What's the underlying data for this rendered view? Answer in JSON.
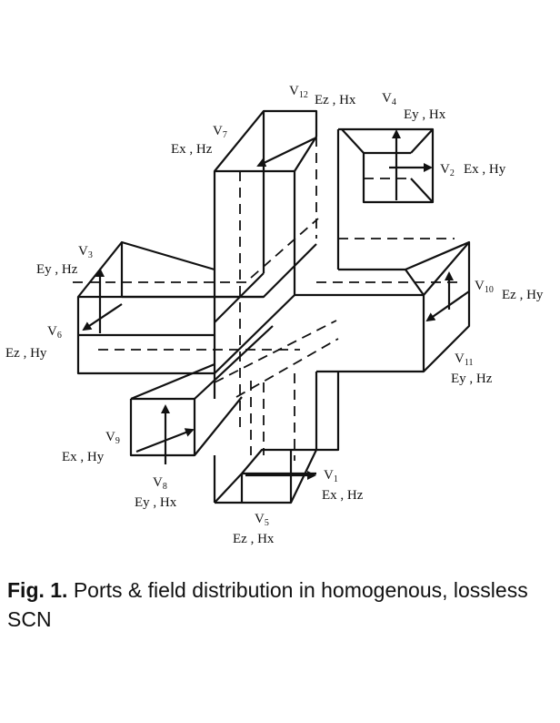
{
  "figure": {
    "ports": [
      {
        "id": "V1",
        "field": "Ex , Hz"
      },
      {
        "id": "V2",
        "field": "Ex , Hy"
      },
      {
        "id": "V3",
        "field": "Ey , Hz"
      },
      {
        "id": "V4",
        "field": "Ey , Hx"
      },
      {
        "id": "V5",
        "field": "Ez , Hx"
      },
      {
        "id": "V6",
        "field": "Ez , Hy"
      },
      {
        "id": "V7",
        "field": "Ex , Hz"
      },
      {
        "id": "V8",
        "field": "Ey , Hx"
      },
      {
        "id": "V9",
        "field": "Ex , Hy"
      },
      {
        "id": "V10",
        "field": "Ez , Hy"
      },
      {
        "id": "V11",
        "field": "Ey , Hz"
      },
      {
        "id": "V12",
        "field": "Ez , Hx"
      }
    ]
  },
  "caption": {
    "label": "Fig. 1.",
    "text": "Ports & field distribution in homogenous, lossless SCN"
  }
}
